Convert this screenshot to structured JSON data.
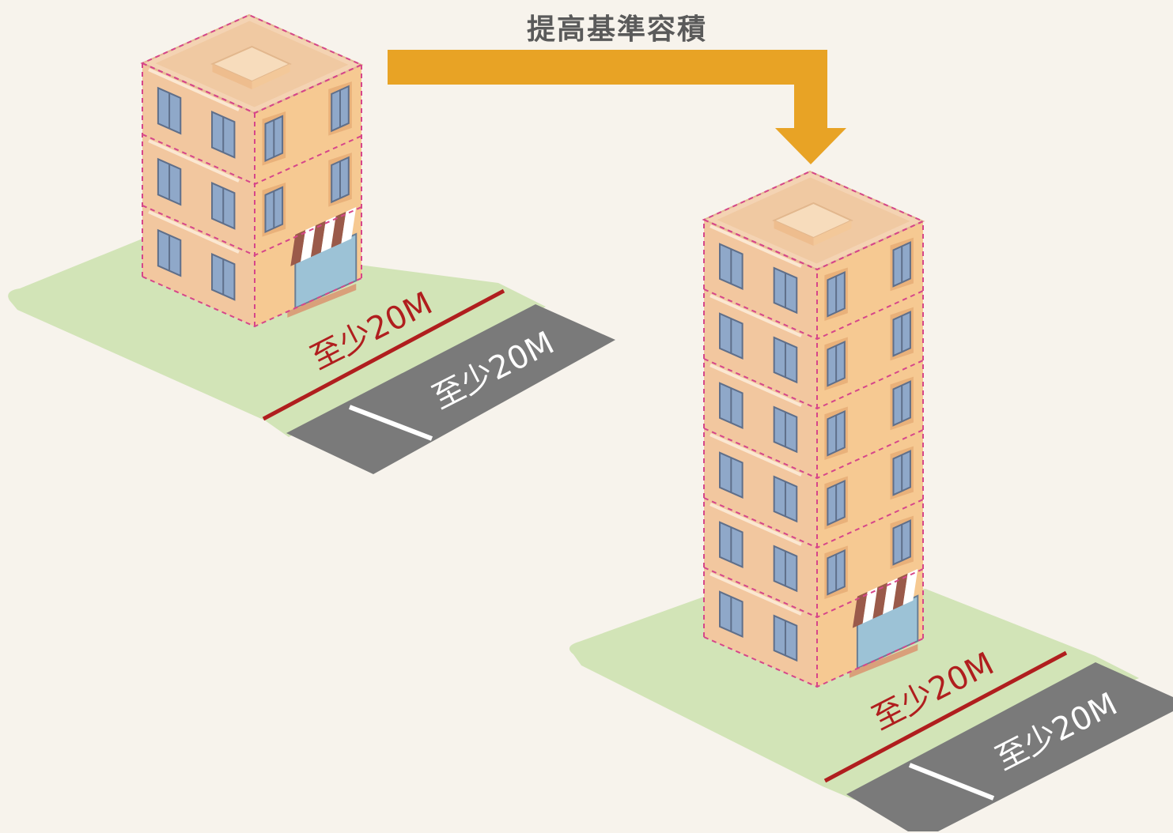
{
  "title": "提高基準容積",
  "colors": {
    "background": "#f7f3ec",
    "arrow": "#e8a325",
    "site_green": "#d2e4b7",
    "road": "#7a7a7a",
    "frontage_line": "#b01e1e",
    "wall_front": "#f2c79f",
    "wall_side": "#f6c992",
    "roof": "#f4d3b3",
    "dashed_outline": "#d6468a"
  },
  "before": {
    "storeys": 3,
    "frontage_label": "至少20M",
    "road_label": "至少20M"
  },
  "after": {
    "storeys": 6,
    "frontage_label": "至少20M",
    "road_label": "至少20M"
  }
}
